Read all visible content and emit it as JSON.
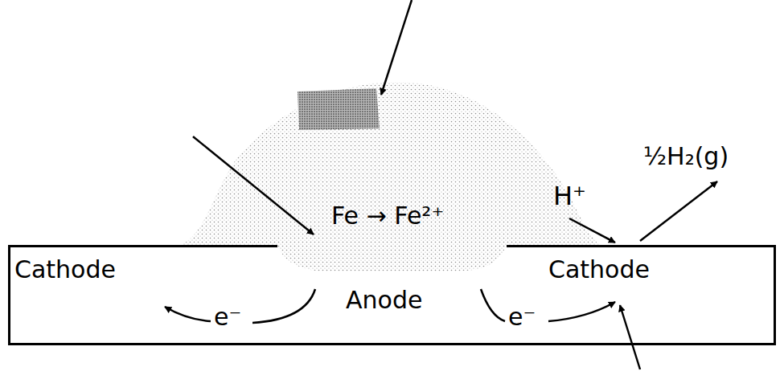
{
  "diagram": {
    "nodes": [
      {
        "text": [
          "Cathode",
          "Anode",
          "Cathode"
        ]
      }
    ],
    "labels": [
      "Fe → Fe²⁺",
      "H⁺",
      "½H₂(g)",
      "e⁻",
      "e⁻"
    ]
  }
}
